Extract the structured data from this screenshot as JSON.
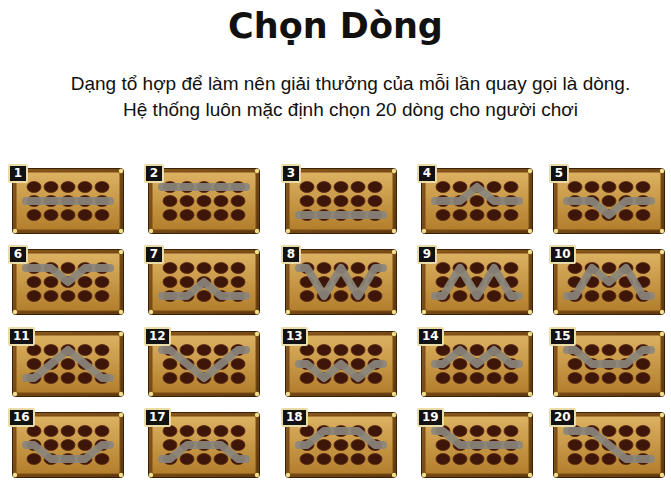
{
  "diagram": {
    "title": "Chọn Dòng",
    "nodes": [
      {
        "text": [
          "1"
        ]
      },
      {
        "text": [
          "2"
        ]
      },
      {
        "text": [
          "3"
        ]
      },
      {
        "text": [
          "4"
        ]
      },
      {
        "text": [
          "5"
        ]
      },
      {
        "text": [
          "6"
        ]
      },
      {
        "text": [
          "7"
        ]
      },
      {
        "text": [
          "8"
        ]
      },
      {
        "text": [
          "9"
        ]
      },
      {
        "text": [
          "10"
        ]
      },
      {
        "text": [
          "11"
        ]
      },
      {
        "text": [
          "12"
        ]
      },
      {
        "text": [
          "13"
        ]
      },
      {
        "text": [
          "14"
        ]
      },
      {
        "text": [
          "15"
        ]
      },
      {
        "text": [
          "16"
        ]
      },
      {
        "text": [
          "17"
        ]
      },
      {
        "text": [
          "18"
        ]
      },
      {
        "text": [
          "19"
        ]
      },
      {
        "text": [
          "20"
        ]
      }
    ],
    "labels": [
      "Dạng tổ hợp để làm nên giải thưởng của mỗi lần quay gọi là dòng.",
      "Hệ thống luôn mặc định chọn 20 dòng cho người chơi"
    ]
  }
}
